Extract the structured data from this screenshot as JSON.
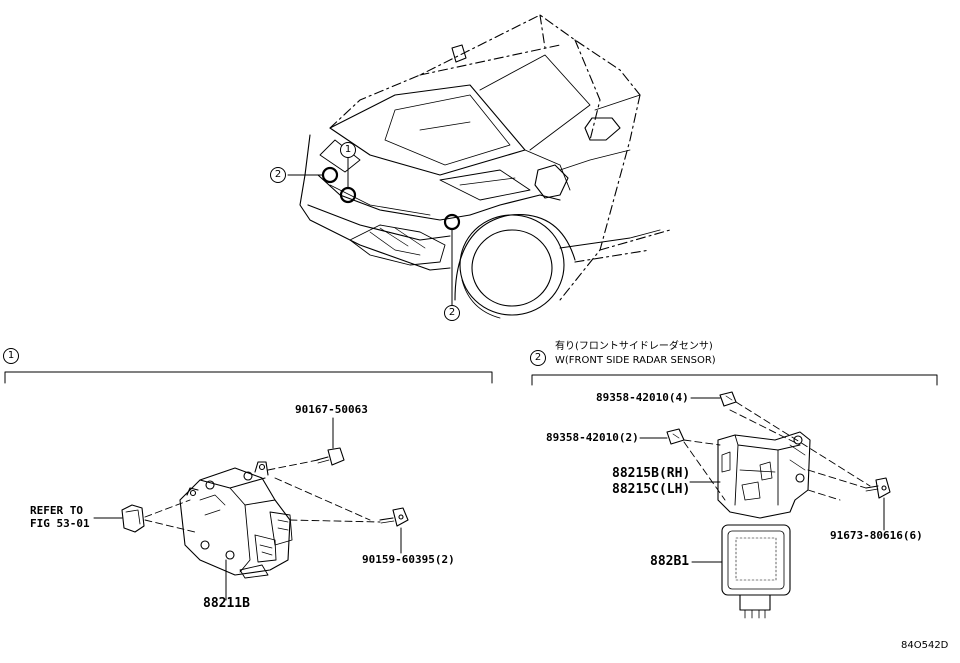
{
  "diagram": {
    "callouts": {
      "one": "1",
      "two": "2"
    },
    "section_1": {
      "marker": "1",
      "parts": {
        "bolt_upper": "90167-50063",
        "bolt_lower": "90159-60395(2)",
        "refer_line1": "REFER TO",
        "refer_line2": "FIG 53-01",
        "main_unit": "88211B"
      }
    },
    "section_2": {
      "marker": "2",
      "title_jp": "有り(フロントサイドレーダセンサ)",
      "title_en": "W(FRONT SIDE RADAR SENSOR)",
      "parts": {
        "clip_4": "89358-42010(4)",
        "clip_2": "89358-42010(2)",
        "bracket_rh": "88215B(RH)",
        "bracket_lh": "88215C(LH)",
        "screw": "91673-80616(6)",
        "sensor": "882B1"
      }
    },
    "figure_id": "84O542D"
  }
}
